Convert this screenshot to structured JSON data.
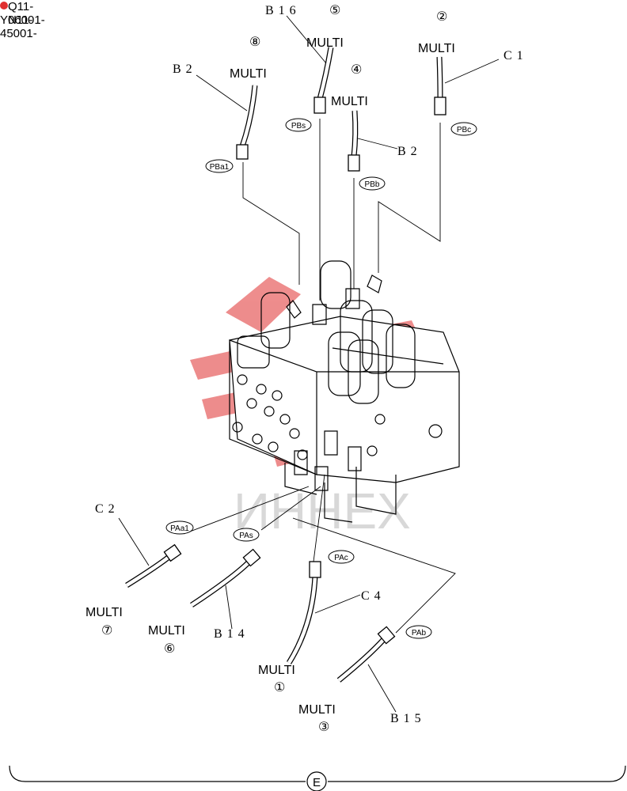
{
  "serials": [
    "Q11-06001-",
    "YN11-45001-"
  ],
  "watermark": "ИHHEX",
  "section_marker": "E",
  "brand_color": "#e03030",
  "labels": {
    "multi": "MULTI",
    "b16": "B16",
    "b2_left": "B2",
    "b2_mid": "B2",
    "c1": "C1",
    "c2": "C2",
    "c4": "C4",
    "b14": "B14",
    "b15": "B15"
  },
  "circle_numbers": {
    "n1": "①",
    "n2": "②",
    "n3": "③",
    "n4": "④",
    "n5": "⑤",
    "n6": "⑥",
    "n7": "⑦",
    "n8": "⑧"
  },
  "ports": {
    "pba1": "PBa1",
    "pbs": "PBs",
    "pbb": "PBb",
    "pbc": "PBc",
    "paa1": "PAa1",
    "pas": "PAs",
    "pac": "PAc",
    "pab": "PAb"
  }
}
